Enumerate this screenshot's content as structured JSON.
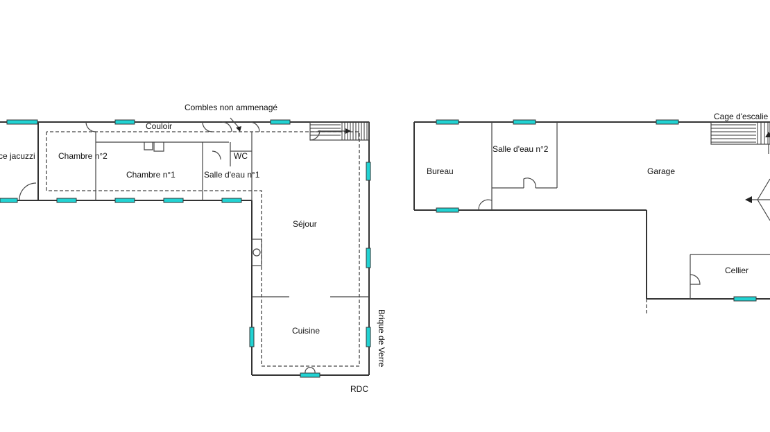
{
  "labels": {
    "combles": "Combles non ammenagé",
    "couloir": "Couloir",
    "jacuzzi": "ce jacuzzi",
    "chambre2": "Chambre n°2",
    "chambre1": "Chambre n°1",
    "salle_eau1": "Salle d'eau n°1",
    "wc": "WC",
    "sejour": "Séjour",
    "cuisine": "Cuisine",
    "brique": "Brique de Verre",
    "rdc": "RDC",
    "cage": "Cage d'escalie",
    "bureau": "Bureau",
    "salle_eau2": "Salle d'eau n°2",
    "garage": "Garage",
    "cellier": "Cellier"
  },
  "colors": {
    "window": "#22d3d3",
    "wall": "#333333"
  }
}
